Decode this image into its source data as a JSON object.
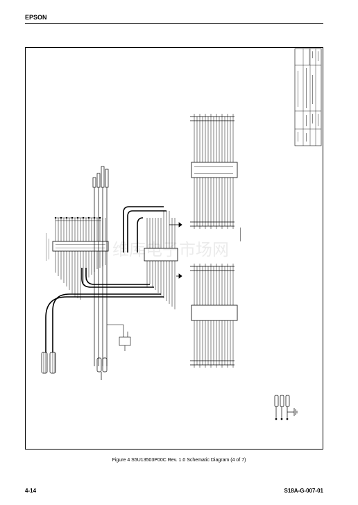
{
  "header": {
    "brand": "EPSON"
  },
  "figure": {
    "caption": "Figure 4  S5U13503P00C Rev. 1.0 Schematic Diagram (4 of 7)",
    "watermark": "维库电子市场网"
  },
  "footer": {
    "page_number": "4-14",
    "document_id": "S18A-G-007-01"
  }
}
